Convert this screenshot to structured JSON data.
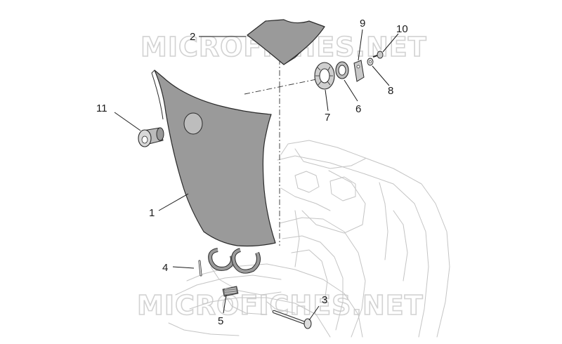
{
  "watermarks": [
    "MICROFICHES.NET",
    "MICROFICHES.NET"
  ],
  "callouts": {
    "c1": "1",
    "c2": "2",
    "c3": "3",
    "c4": "4",
    "c5": "5",
    "c6": "6",
    "c7": "7",
    "c8": "8",
    "c9": "9",
    "c10": "10",
    "c11": "11"
  },
  "colors": {
    "part_fill": "#9a9a9a",
    "frame_stroke": "#c4c4c4",
    "text": "#1a1a1a"
  }
}
